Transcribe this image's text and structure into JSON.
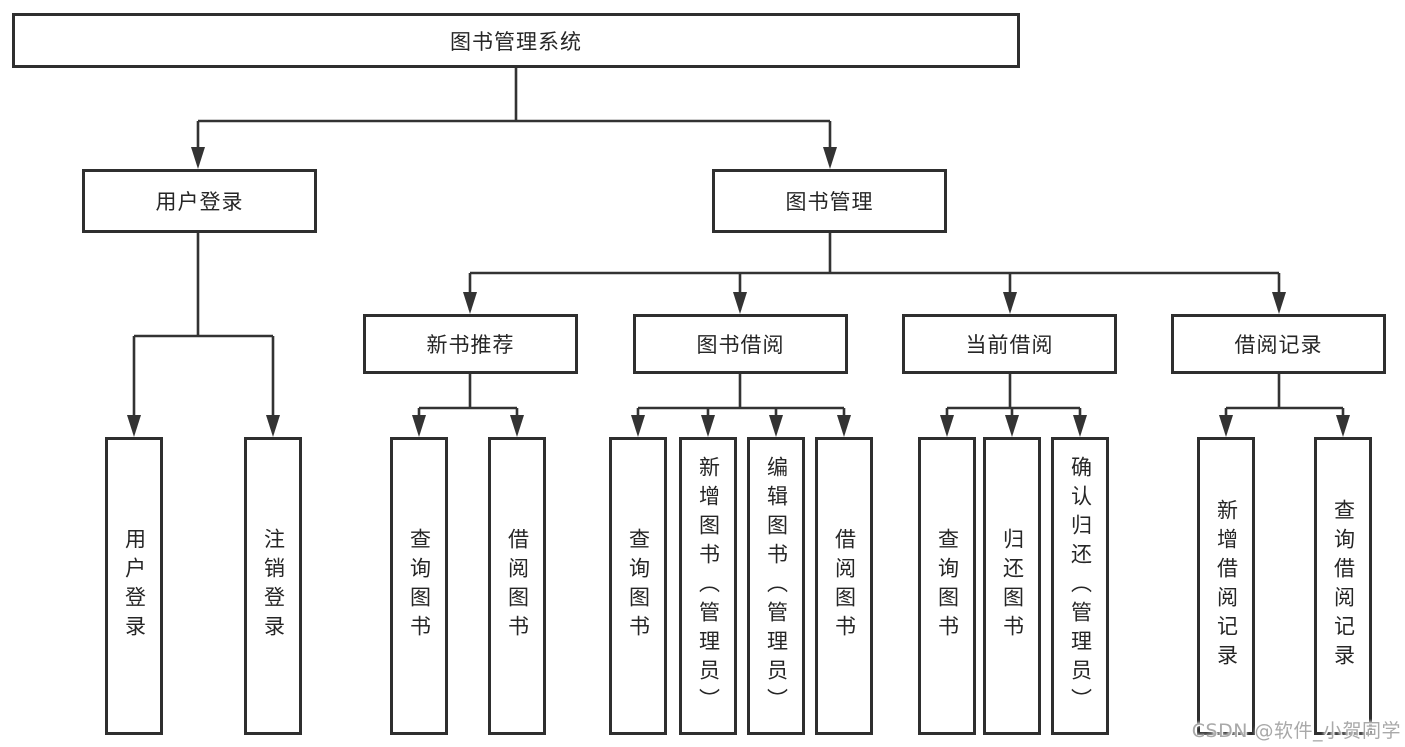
{
  "tree": {
    "root": {
      "label": "图书管理系统",
      "children": [
        {
          "label": "用户登录",
          "children": [
            {
              "label": "用户登录"
            },
            {
              "label": "注销登录"
            }
          ]
        },
        {
          "label": "图书管理",
          "children": [
            {
              "label": "新书推荐",
              "children": [
                {
                  "label": "查询图书"
                },
                {
                  "label": "借阅图书"
                }
              ]
            },
            {
              "label": "图书借阅",
              "children": [
                {
                  "label": "查询图书"
                },
                {
                  "label": "新增图书（管理员）"
                },
                {
                  "label": "编辑图书（管理员）"
                },
                {
                  "label": "借阅图书"
                }
              ]
            },
            {
              "label": "当前借阅",
              "children": [
                {
                  "label": "查询图书"
                },
                {
                  "label": "归还图书"
                },
                {
                  "label": "确认归还（管理员）"
                }
              ]
            },
            {
              "label": "借阅记录",
              "children": [
                {
                  "label": "新增借阅记录"
                },
                {
                  "label": "查询借阅记录"
                }
              ]
            }
          ]
        }
      ]
    }
  },
  "watermark": {
    "text": "CSDN @软件_小贺同学"
  },
  "colors": {
    "line": "#333333",
    "box_border": "#2f2f2f",
    "text": "#262626",
    "watermark": "#a9a9a9",
    "background": "#ffffff"
  }
}
